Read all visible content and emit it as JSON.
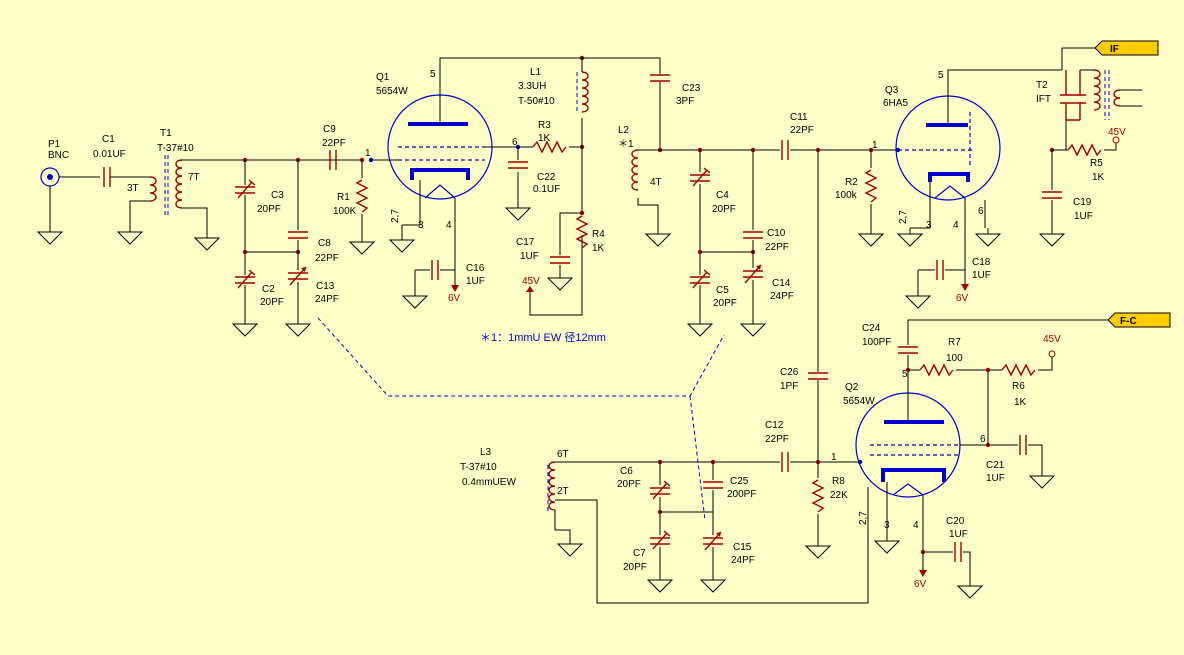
{
  "colors": {
    "background": "#ffffc8",
    "wire": "#000000",
    "component": "#a00000",
    "tube": "#0000d0",
    "tag": "#ffcc00"
  },
  "connector": {
    "p1_ref": "P1",
    "p1_type": "BNC",
    "if_tag": "IF",
    "fc_tag": "F-C"
  },
  "note": "＊1：1mmU EW 径12mm",
  "voltages": {
    "plus45a": "45V",
    "plus45b": "45V",
    "plus45c": "45V",
    "six_a": "6V",
    "six_b": "6V",
    "six_c": "6V"
  },
  "tubes": {
    "q1": {
      "ref": "Q1",
      "type": "5654W",
      "p5": "5",
      "p6": "6",
      "p1": "1",
      "p27": "2,7",
      "p3": "3",
      "p4": "4"
    },
    "q2": {
      "ref": "Q2",
      "type": "5654W",
      "p5": "5",
      "p6": "6",
      "p1": "1",
      "p27": "2,7",
      "p3": "3",
      "p4": "4"
    },
    "q3": {
      "ref": "Q3",
      "type": "6HA5",
      "p5": "5",
      "p1": "1",
      "p27": "2,7",
      "p3": "3",
      "p4": "4",
      "p6": "6"
    }
  },
  "transformers": {
    "t1": {
      "ref": "T1",
      "core": "T-37#10",
      "sec": "7T",
      "pri": "3T"
    },
    "t2": {
      "ref": "T2",
      "type": "IFT"
    },
    "l1": {
      "ref": "L1",
      "value": "3.3UH",
      "core": "T-50#10"
    },
    "l2": {
      "ref": "L2",
      "mark": "＊1",
      "turns": "4T"
    },
    "l3": {
      "ref": "L3",
      "core": "T-37#10",
      "wire": "0.4mmUEW",
      "t6": "6T",
      "t2": "2T"
    }
  },
  "parts": {
    "c1": {
      "ref": "C1",
      "value": "0.01UF"
    },
    "c2": {
      "ref": "C2",
      "value": "20PF"
    },
    "c3": {
      "ref": "C3",
      "value": "20PF"
    },
    "c4": {
      "ref": "C4",
      "value": "20PF"
    },
    "c5": {
      "ref": "C5",
      "value": "20PF"
    },
    "c6": {
      "ref": "C6",
      "value": "20PF"
    },
    "c7": {
      "ref": "C7",
      "value": "20PF"
    },
    "c8": {
      "ref": "C8",
      "value": "22PF"
    },
    "c9": {
      "ref": "C9",
      "value": "22PF"
    },
    "c10": {
      "ref": "C10",
      "value": "22PF"
    },
    "c11": {
      "ref": "C11",
      "value": "22PF"
    },
    "c12": {
      "ref": "C12",
      "value": "22PF"
    },
    "c13": {
      "ref": "C13",
      "value": "24PF"
    },
    "c14": {
      "ref": "C14",
      "value": "24PF"
    },
    "c15": {
      "ref": "C15",
      "value": "24PF"
    },
    "c16": {
      "ref": "C16",
      "value": "1UF"
    },
    "c17": {
      "ref": "C17",
      "value": "1UF"
    },
    "c18": {
      "ref": "C18",
      "value": "1UF"
    },
    "c19": {
      "ref": "C19",
      "value": "1UF"
    },
    "c20": {
      "ref": "C20",
      "value": "1UF"
    },
    "c21": {
      "ref": "C21",
      "value": "1UF"
    },
    "c22": {
      "ref": "C22",
      "value": "0.1UF"
    },
    "c23": {
      "ref": "C23",
      "value": "3PF"
    },
    "c24": {
      "ref": "C24",
      "value": "100PF"
    },
    "c25": {
      "ref": "C25",
      "value": "200PF"
    },
    "c26": {
      "ref": "C26",
      "value": "1PF"
    },
    "r1": {
      "ref": "R1",
      "value": "100K"
    },
    "r2": {
      "ref": "R2",
      "value": "100k"
    },
    "r3": {
      "ref": "R3",
      "value": "1K"
    },
    "r4": {
      "ref": "R4",
      "value": "1K"
    },
    "r5": {
      "ref": "R5",
      "value": "1K"
    },
    "r6": {
      "ref": "R6",
      "value": "1K"
    },
    "r7": {
      "ref": "R7",
      "value": "100"
    },
    "r8": {
      "ref": "R8",
      "value": "22K"
    }
  }
}
